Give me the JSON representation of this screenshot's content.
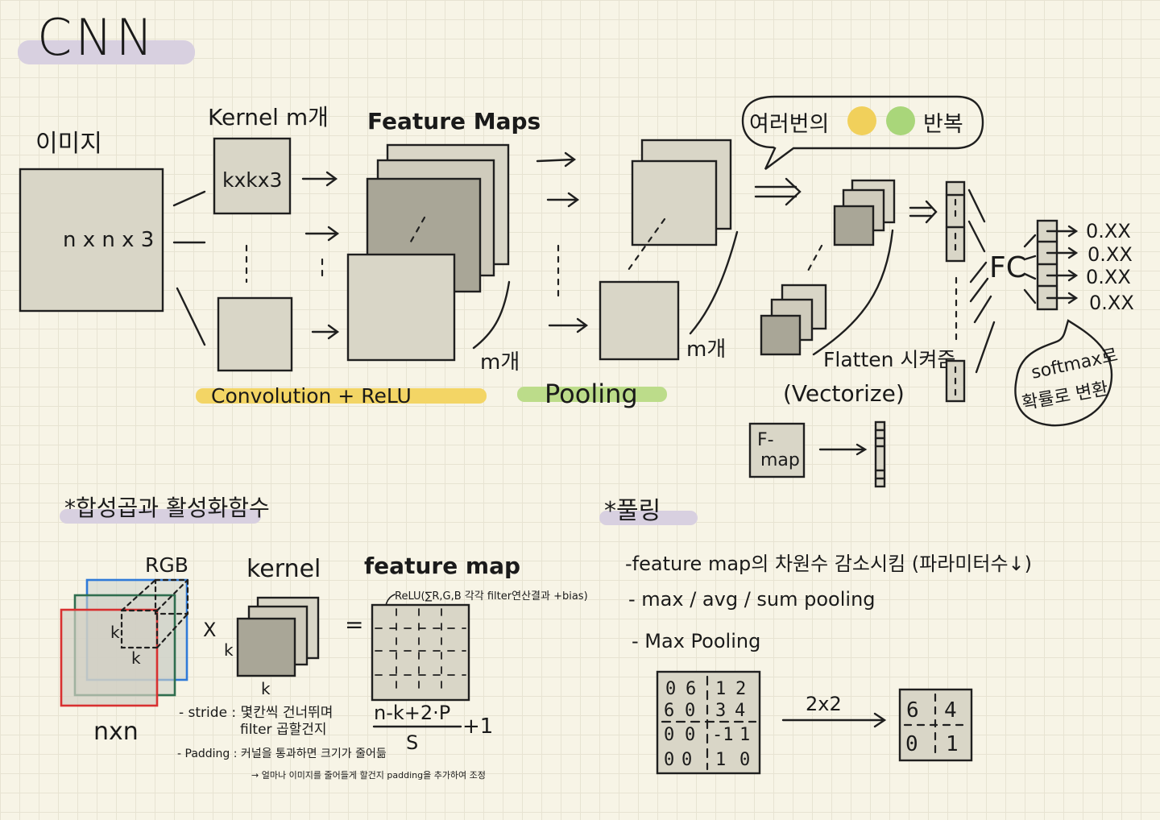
{
  "title": "CNN",
  "colors": {
    "title_highlight": "#d8d0e0",
    "conv_highlight": "#f3d565",
    "pool_highlight": "#bcdc8a",
    "dot_yellow": "#f1d05b",
    "dot_green": "#a9d67a",
    "rgb_red": "#d83030",
    "rgb_green": "#2f6e4f",
    "rgb_blue": "#2f7ad8"
  },
  "pipeline": {
    "image_label": "이미지",
    "image_size": "n x n x 3",
    "kernel_label": "Kernel m개",
    "kernel_size": "kxkx3",
    "feature_maps_label": "Feature Maps",
    "m_count_1": "m개",
    "m_count_2": "m개",
    "conv_label": "Convolution + ReLU",
    "pool_label": "Pooling",
    "repeat_prefix": "여러번의",
    "repeat_suffix": "반복",
    "flatten_label": "Flatten 시켜줌",
    "vectorize_label": "(Vectorize)",
    "fc_label": "FC",
    "outputs": [
      "0.XX",
      "0.XX",
      "0.XX",
      "0.XX"
    ],
    "softmax_line1": "softmax로",
    "softmax_line2": "확률로 변환",
    "fmap_line1": "F-",
    "fmap_line2": "map"
  },
  "conv_section": {
    "heading": "*합성곱과 활성화함수",
    "rgb_label": "RGB",
    "kernel_label": "kernel",
    "featuremap_label": "feature map",
    "k_label": "k",
    "nxn_label": "nxn",
    "times_sign": "X",
    "equals_sign": "=",
    "relu_note": "ReLU(∑R,G,B 각각 filter연산결과 +bias)",
    "formula_num": "n-k+2·P",
    "formula_den": "S",
    "formula_plus": "+1",
    "stride_line1": "- stride : 몇칸씩 건너뛰며",
    "stride_line2": "filter 곱할건지",
    "padding_line1": "- Padding : 커널을 통과하면 크기가 줄어듦",
    "padding_line2": "→ 얼마나 이미지를 줄어들게 할건지 padding을 추가하여 조정"
  },
  "pool_section": {
    "heading": "*풀링",
    "bullet1": "-feature map의 차원수 감소시킴 (파라미터수↓)",
    "bullet2": "- max / avg / sum  pooling",
    "bullet3": "- Max Pooling",
    "pool_size": "2x2",
    "input_grid": [
      [
        "0",
        "6",
        "1",
        "2"
      ],
      [
        "6",
        "0",
        "3",
        "4"
      ],
      [
        "0",
        "0",
        "-1",
        "1"
      ],
      [
        "0",
        "0",
        "1",
        "0"
      ]
    ],
    "output_grid": [
      [
        "6",
        "4"
      ],
      [
        "0",
        "1"
      ]
    ]
  }
}
